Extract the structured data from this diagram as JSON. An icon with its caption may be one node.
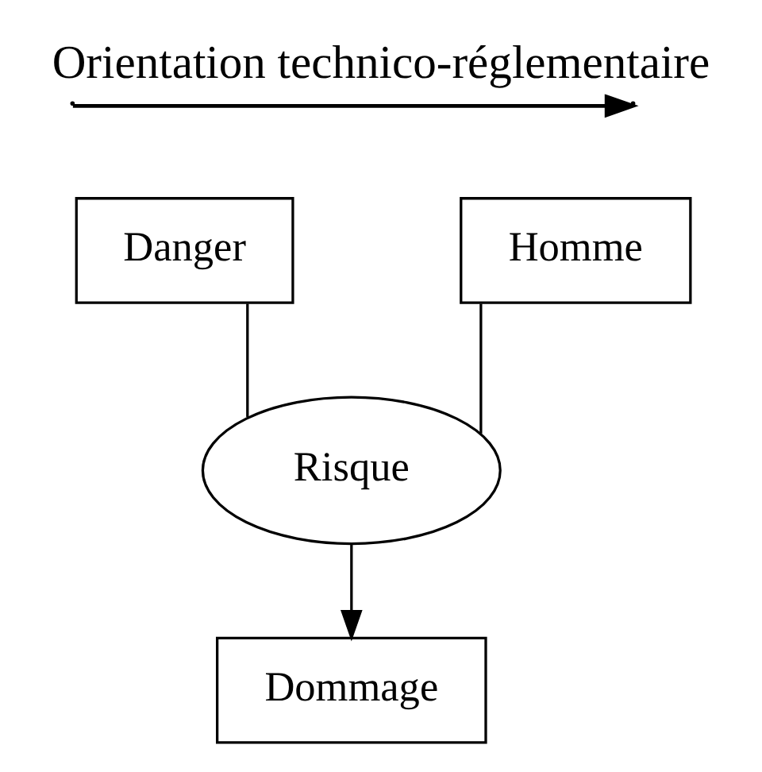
{
  "diagram": {
    "title": "Orientation technico-réglementaire",
    "nodes": [
      {
        "text": [
          "Danger"
        ]
      },
      {
        "text": [
          "Homme"
        ]
      },
      {
        "text": [
          "Risque"
        ]
      },
      {
        "text": [
          "Dommage"
        ]
      }
    ],
    "edges": [
      {
        "from": 0,
        "to": 2,
        "arrow": "none"
      },
      {
        "from": 1,
        "to": 2,
        "arrow": "none"
      },
      {
        "from": 2,
        "to": 3,
        "arrow": "to"
      }
    ]
  }
}
